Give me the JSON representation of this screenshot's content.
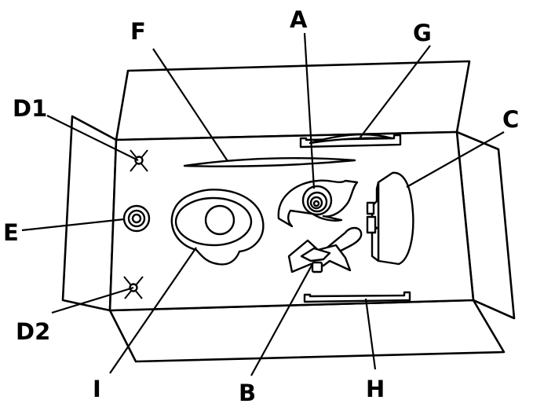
{
  "labels": {
    "a": "A",
    "b": "B",
    "c": "C",
    "d1": "D1",
    "d2": "D2",
    "e": "E",
    "f": "F",
    "g": "G",
    "h": "H",
    "i": "I"
  },
  "colors": {
    "stroke": "#000000",
    "background": "#ffffff"
  }
}
